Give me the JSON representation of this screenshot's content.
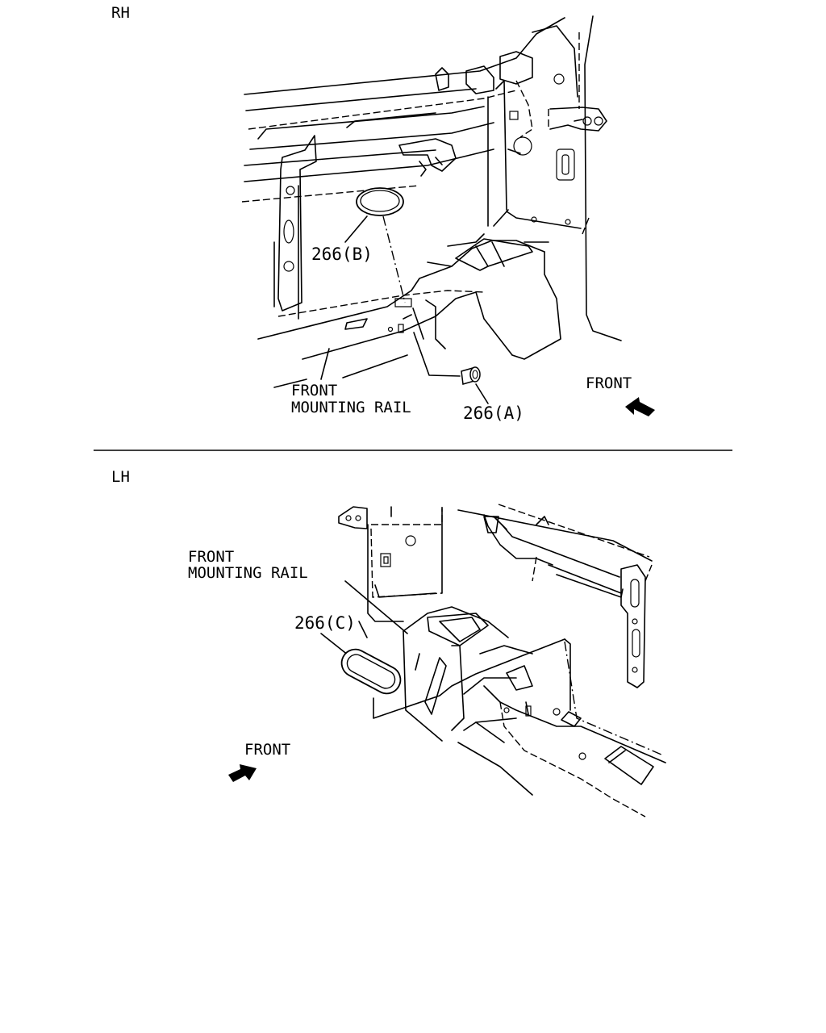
{
  "panels": {
    "rh": {
      "label": "RH",
      "callouts": {
        "part_b": "266(B)",
        "part_a": "266(A)",
        "rail_line1": "FRONT",
        "rail_line2": "MOUNTING RAIL"
      },
      "direction": "FRONT"
    },
    "lh": {
      "label": "LH",
      "callouts": {
        "part_c": "266(C)",
        "rail_line1": "FRONT",
        "rail_line2": "MOUNTING RAIL"
      },
      "direction": "FRONT"
    }
  }
}
